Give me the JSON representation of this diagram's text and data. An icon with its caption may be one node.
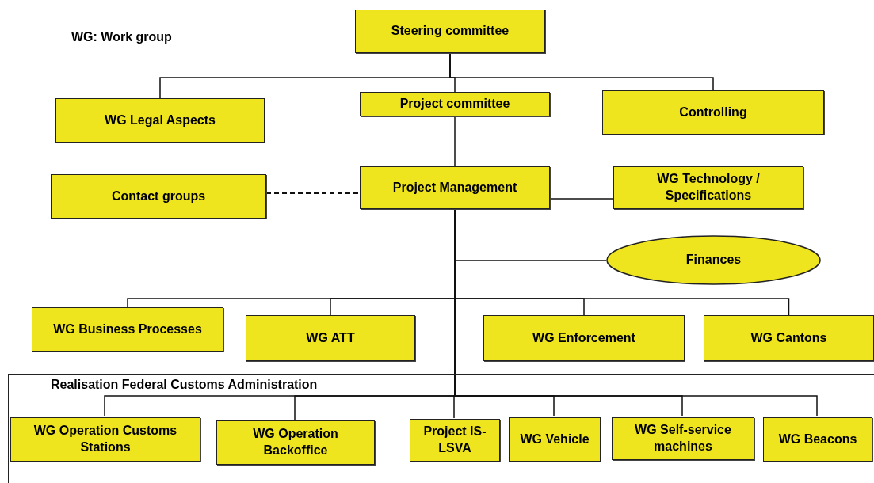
{
  "diagram": {
    "nodes": [
      {
        "text": [
          "Steering committee"
        ]
      },
      {
        "text": [
          "WG Legal Aspects"
        ]
      },
      {
        "text": [
          "Project   committee"
        ]
      },
      {
        "text": [
          "Controlling"
        ]
      },
      {
        "text": [
          "Contact groups"
        ]
      },
      {
        "text": [
          "Project Management"
        ]
      },
      {
        "text": [
          "WG Technology / Specifications"
        ]
      },
      {
        "text": [
          "Finances"
        ]
      },
      {
        "text": [
          "WG Business Processes"
        ]
      },
      {
        "text": [
          "WG ATT"
        ]
      },
      {
        "text": [
          "WG Enforcement"
        ]
      },
      {
        "text": [
          "WG Cantons"
        ]
      },
      {
        "text": [
          "Realisation Federal Customs Administration"
        ]
      },
      {
        "text": [
          "WG Operation Customs Stations"
        ],
        "in": 12
      },
      {
        "text": [
          "WG Operation Backoffice"
        ],
        "in": 12
      },
      {
        "text": [
          "Project IS-LSVA"
        ],
        "in": 12
      },
      {
        "text": [
          "WG Vehicle"
        ],
        "in": 12
      },
      {
        "text": [
          "WG Self-service machines"
        ],
        "in": 12
      },
      {
        "text": [
          "WG Beacons"
        ],
        "in": 12
      }
    ],
    "edges": [
      {
        "from": 0,
        "to": 1,
        "arrow": "none"
      },
      {
        "from": 0,
        "to": 2,
        "arrow": "none"
      },
      {
        "from": 0,
        "to": 3,
        "arrow": "none"
      },
      {
        "from": 2,
        "to": 5,
        "arrow": "none"
      },
      {
        "from": 4,
        "to": 5,
        "arrow": "none",
        "style": "dashed"
      },
      {
        "from": 5,
        "to": 6,
        "arrow": "none"
      },
      {
        "from": 5,
        "to": 7,
        "arrow": "none"
      },
      {
        "from": 5,
        "to": 8,
        "arrow": "none"
      },
      {
        "from": 5,
        "to": 9,
        "arrow": "none"
      },
      {
        "from": 5,
        "to": 10,
        "arrow": "none"
      },
      {
        "from": 5,
        "to": 11,
        "arrow": "none"
      },
      {
        "from": 5,
        "to": 13,
        "arrow": "none"
      },
      {
        "from": 5,
        "to": 14,
        "arrow": "none"
      },
      {
        "from": 5,
        "to": 15,
        "arrow": "none"
      },
      {
        "from": 5,
        "to": 16,
        "arrow": "none"
      },
      {
        "from": 5,
        "to": 17,
        "arrow": "none"
      },
      {
        "from": 5,
        "to": 18,
        "arrow": "none"
      }
    ],
    "labels": [
      "WG: Work group"
    ]
  }
}
